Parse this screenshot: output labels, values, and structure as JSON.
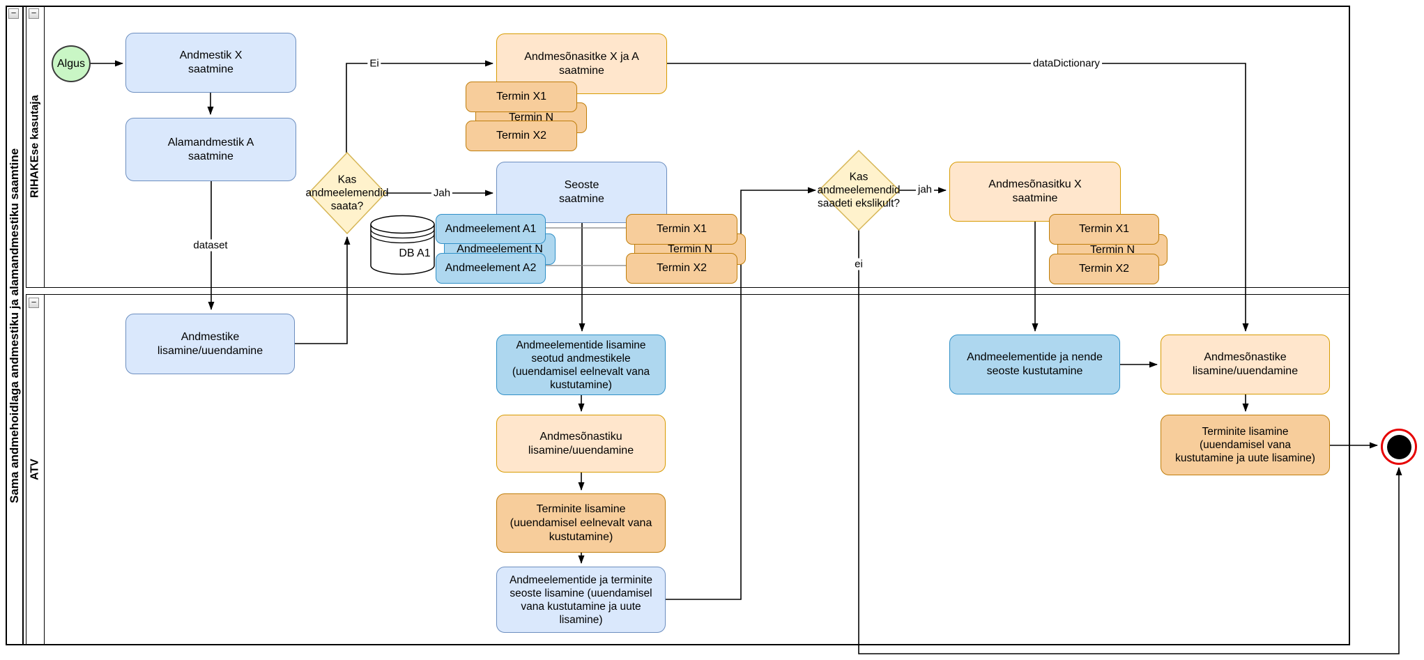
{
  "pool": {
    "title": "Sama andmehoidlaga andmestiku ja alamandmestiku saamtine"
  },
  "lanes": {
    "top": {
      "label": "RIHAKEse kasutaja"
    },
    "bottom": {
      "label": "ATV"
    }
  },
  "ui": {
    "collapse_glyph": "−"
  },
  "nodes": {
    "start": "Algus",
    "send_dataset_x": "Andmestik X\nsaatmine",
    "send_subdataset_a": "Alamandmestik A\nsaatmine",
    "send_dictionaries_xa": "Andmesõnasitke X ja A\nsaatmine",
    "termin_x1": "Termin X1",
    "termin_n": "Termin N",
    "termin_x2": "Termin X2",
    "decision_send_elements": "Kas\nandmeelemendid\nsaata?",
    "send_relations": "Seoste\nsaatmine",
    "db": "DB A1",
    "element_a1": "Andmeelement A1",
    "element_n": "Andmeelement N",
    "element_a2": "Andmeelement A2",
    "add_datasets": "Andmestike\nlisamine/uuendamine",
    "add_elements": "Andmeelementide lisamine\nseotud andmestikele\n(uuendamisel eelnevalt vana\nkustutamine)",
    "add_dictionary": "Andmesõnastiku\nlisamine/uuendamine",
    "add_terms": "Terminite lisamine\n(uuendamisel eelnevalt vana\nkustutamine)",
    "add_element_term_relations": "Andmeelementide ja terminite\nseoste lisamine (uuendamisel\nvana kustutamine ja uute\nlisamine)",
    "decision_sent_mistake": "Kas\nandmeelemendid\nsaadeti ekslikult?",
    "send_dictionary_x": "Andmesõnasitku X\nsaatmine",
    "delete_elements": "Andmeelementide ja nende\nseoste kustutamine",
    "add_dictionaries": "Andmesõnastike\nlisamine/uuendamine",
    "add_terms_new": "Terminite lisamine\n(uuendamisel vana\nkustutamine ja uute lisamine)"
  },
  "edges": {
    "ei_upper": "Ei",
    "jah_upper": "Jah",
    "dataset": "dataset",
    "data_dictionary": "dataDictionary",
    "jah_lower": "jah",
    "ei_lower": "ei"
  },
  "colors": {
    "activity_blue_fill": "#dae8fc",
    "activity_blue_stroke": "#6c8ebf",
    "element_cyan_fill": "#aed7ef",
    "element_cyan_stroke": "#3090c7",
    "dictionary_peach_fill": "#ffe6cc",
    "dictionary_peach_stroke": "#d79b00",
    "term_orange_fill": "#f7cd9b",
    "term_orange_stroke": "#bf7d0a",
    "decision_yellow_fill": "#fff2cc",
    "decision_yellow_stroke": "#d6b656",
    "start_green_fill": "#c9f6c5",
    "end_red_ring": "#e60000"
  }
}
